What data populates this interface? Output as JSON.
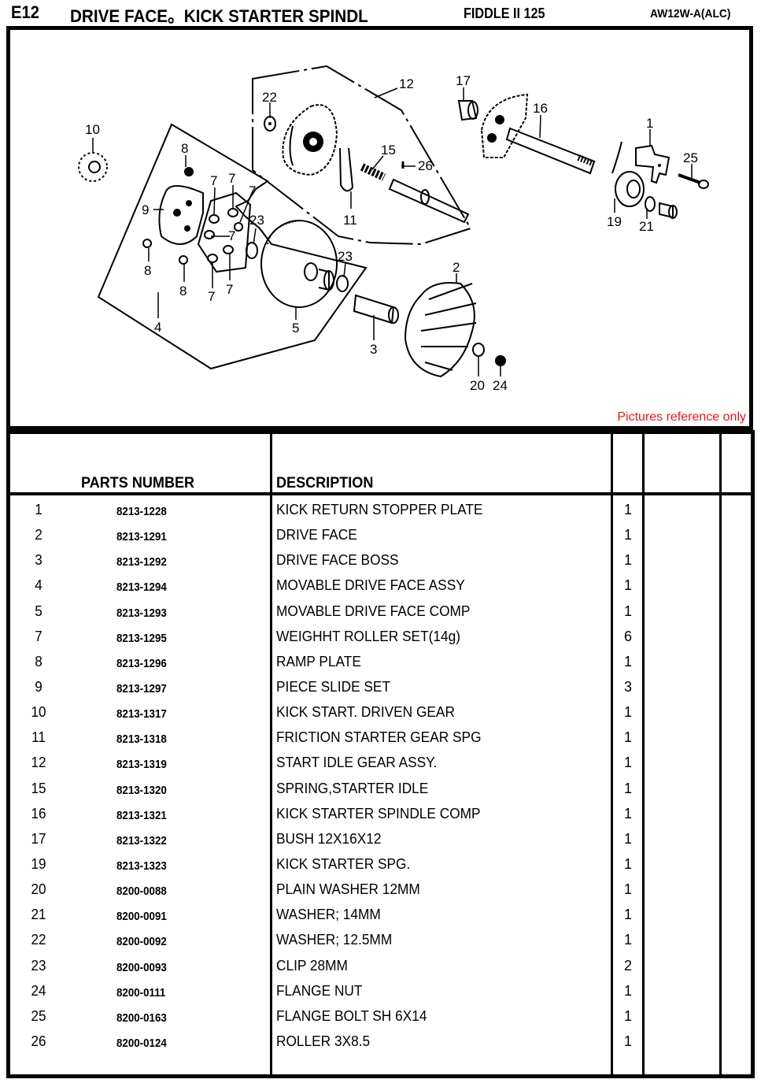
{
  "header": {
    "section_code": "E12",
    "section_title": "DRIVE FACE。KICK STARTER SPINDL",
    "model": "FIDDLE II 125",
    "model_code": "AW12W-A(ALC)"
  },
  "diagram": {
    "note": "Pictures reference only",
    "note_color": "#e8161f",
    "callouts": [
      "1",
      "2",
      "3",
      "4",
      "5",
      "7",
      "8",
      "9",
      "10",
      "11",
      "12",
      "15",
      "16",
      "17",
      "19",
      "20",
      "21",
      "22",
      "23",
      "24",
      "25",
      "26"
    ]
  },
  "table": {
    "headers": {
      "no": "",
      "parts_number": "PARTS NUMBER",
      "description": "DESCRIPTION",
      "qty": "",
      "extra1": "",
      "extra2": ""
    },
    "rows": [
      {
        "no": "1",
        "part": "8213-1228",
        "desc": "KICK RETURN STOPPER PLATE",
        "qty": "1"
      },
      {
        "no": "2",
        "part": "8213-1291",
        "desc": "DRIVE FACE",
        "qty": "1"
      },
      {
        "no": "3",
        "part": "8213-1292",
        "desc": "DRIVE FACE BOSS",
        "qty": "1"
      },
      {
        "no": "4",
        "part": "8213-1294",
        "desc": "MOVABLE DRIVE FACE ASSY",
        "qty": "1"
      },
      {
        "no": "5",
        "part": "8213-1293",
        "desc": "MOVABLE DRIVE FACE COMP",
        "qty": "1"
      },
      {
        "no": "7",
        "part": "8213-1295",
        "desc": "WEIGHHT ROLLER SET(14g)",
        "qty": "6"
      },
      {
        "no": "8",
        "part": "8213-1296",
        "desc": "RAMP PLATE",
        "qty": "1"
      },
      {
        "no": "9",
        "part": "8213-1297",
        "desc": "PIECE SLIDE SET",
        "qty": "3"
      },
      {
        "no": "10",
        "part": "8213-1317",
        "desc": "KICK START. DRIVEN GEAR",
        "qty": "1"
      },
      {
        "no": "11",
        "part": "8213-1318",
        "desc": "FRICTION STARTER GEAR SPG",
        "qty": "1"
      },
      {
        "no": "12",
        "part": "8213-1319",
        "desc": "START IDLE GEAR ASSY.",
        "qty": "1"
      },
      {
        "no": "15",
        "part": "8213-1320",
        "desc": "SPRING,STARTER IDLE",
        "qty": "1"
      },
      {
        "no": "16",
        "part": "8213-1321",
        "desc": "KICK STARTER SPINDLE COMP",
        "qty": "1"
      },
      {
        "no": "17",
        "part": "8213-1322",
        "desc": "BUSH 12X16X12",
        "qty": "1"
      },
      {
        "no": "19",
        "part": "8213-1323",
        "desc": "KICK STARTER SPG.",
        "qty": "1"
      },
      {
        "no": "20",
        "part": "8200-0088",
        "desc": "PLAIN WASHER 12MM",
        "qty": "1"
      },
      {
        "no": "21",
        "part": "8200-0091",
        "desc": "WASHER; 14MM",
        "qty": "1"
      },
      {
        "no": "22",
        "part": "8200-0092",
        "desc": "WASHER; 12.5MM",
        "qty": "1"
      },
      {
        "no": "23",
        "part": "8200-0093",
        "desc": "CLIP 28MM",
        "qty": "2"
      },
      {
        "no": "24",
        "part": "8200-0111",
        "desc": "FLANGE NUT",
        "qty": "1"
      },
      {
        "no": "25",
        "part": "8200-0163",
        "desc": "FLANGE BOLT SH 6X14",
        "qty": "1"
      },
      {
        "no": "26",
        "part": "8200-0124",
        "desc": "ROLLER 3X8.5",
        "qty": "1"
      }
    ]
  }
}
